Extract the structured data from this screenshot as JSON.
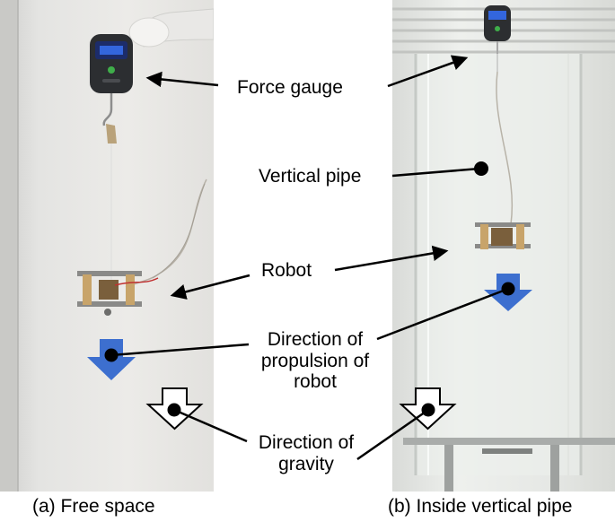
{
  "labels": {
    "force_gauge": "Force gauge",
    "vertical_pipe": "Vertical pipe",
    "robot": "Robot",
    "propulsion_line1": "Direction of",
    "propulsion_line2": "propulsion of",
    "propulsion_line3": "robot",
    "gravity_line1": "Direction of",
    "gravity_line2": "gravity"
  },
  "captions": {
    "left": "(a) Free space",
    "right": "(b) Inside vertical pipe"
  },
  "colors": {
    "propulsion_arrow": "#3d6fcf",
    "gravity_arrow": "#ffffff",
    "pointer": "#000000"
  },
  "icons": {
    "propulsion": "down-arrow-icon",
    "gravity": "down-arrow-icon"
  }
}
